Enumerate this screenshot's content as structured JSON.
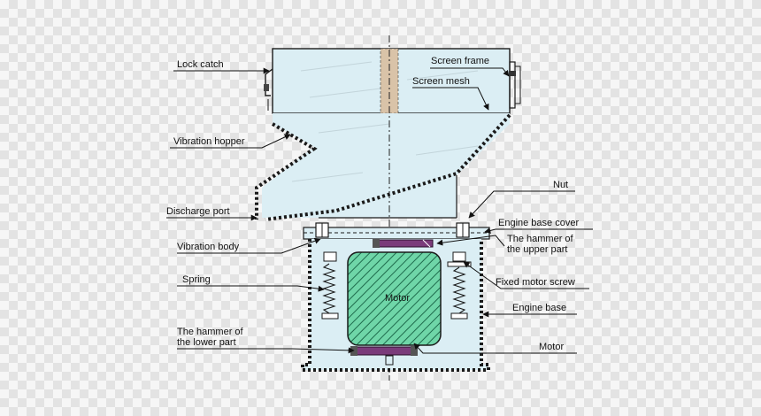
{
  "labels": {
    "lock_catch": "Lock catch",
    "screen_frame": "Screen frame",
    "screen_mesh": "Screen mesh",
    "vibration_hopper": "Vibration hopper",
    "nut": "Nut",
    "discharge_port": "Discharge port",
    "engine_base_cover": "Engine base cover",
    "vibration_body": "Vibration body",
    "hammer_upper_line1": "The hammer of",
    "hammer_upper_line2": "the upper part",
    "spring": "Spring",
    "fixed_motor_screw": "Fixed motor screw",
    "engine_base": "Engine base",
    "hammer_lower_line1": "The hammer of",
    "hammer_lower_line2": "the lower part",
    "motor_right": "Motor",
    "motor_center": "Motor"
  },
  "colors": {
    "sky": "#dbeef4",
    "frame_line": "#1a1a1a",
    "mesh_strip": "#d9c3a8",
    "motor_fill": "#6fd6a8",
    "hammer_purple": "#7a3b7a"
  }
}
